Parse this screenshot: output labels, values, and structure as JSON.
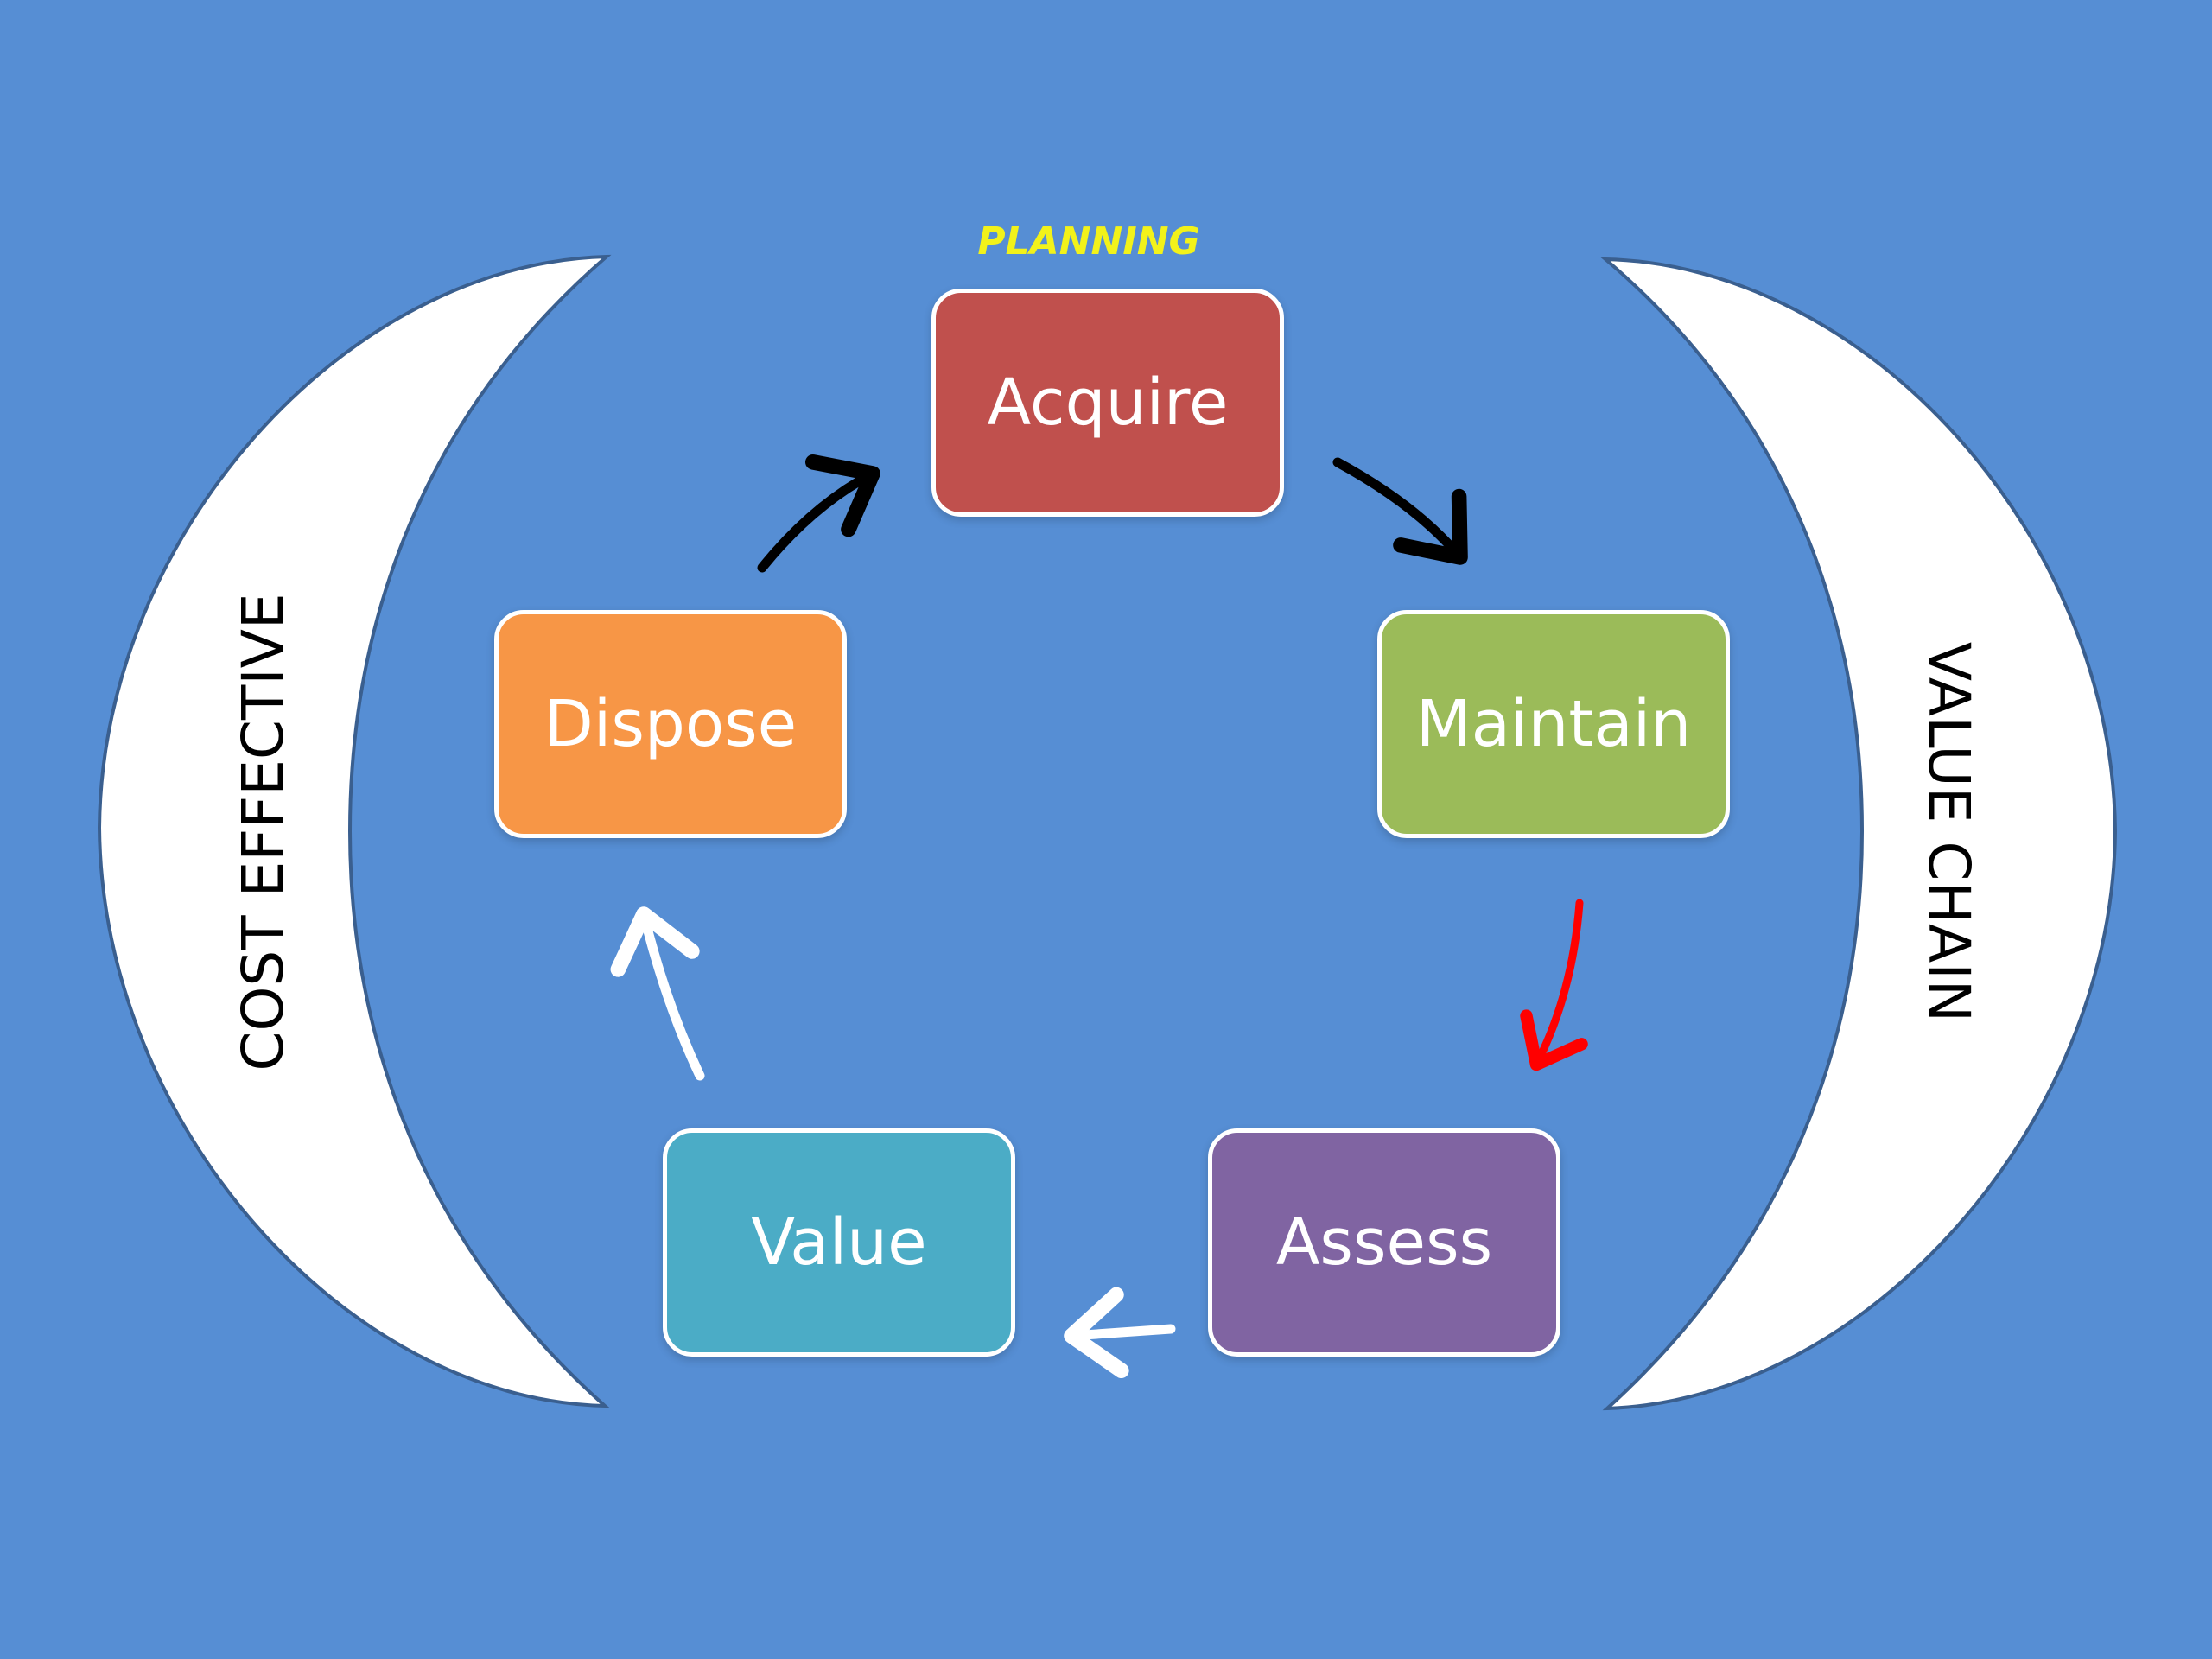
{
  "diagram": {
    "planning_label": "PLANNING",
    "left_label": "COST EFFECTIVE",
    "right_label": "VALUE CHAIN",
    "stages": [
      {
        "label": "Acquire",
        "color": "#c0504d"
      },
      {
        "label": "Maintain",
        "color": "#9bbb59"
      },
      {
        "label": "Assess",
        "color": "#8064a2"
      },
      {
        "label": "Value",
        "color": "#4bacc6"
      },
      {
        "label": "Dispose",
        "color": "#f79646"
      }
    ],
    "arrows": [
      {
        "from": "Acquire",
        "to": "Maintain",
        "color": "#000000"
      },
      {
        "from": "Maintain",
        "to": "Assess",
        "color": "#ff0000"
      },
      {
        "from": "Assess",
        "to": "Value",
        "color": "#ffffff"
      },
      {
        "from": "Value",
        "to": "Dispose",
        "color": "#ffffff"
      },
      {
        "from": "Dispose",
        "to": "Acquire",
        "color": "#000000"
      }
    ],
    "colors": {
      "background": "#568ed4",
      "crescent_fill": "#ffffff",
      "crescent_outline": "#3a5f8f"
    }
  }
}
